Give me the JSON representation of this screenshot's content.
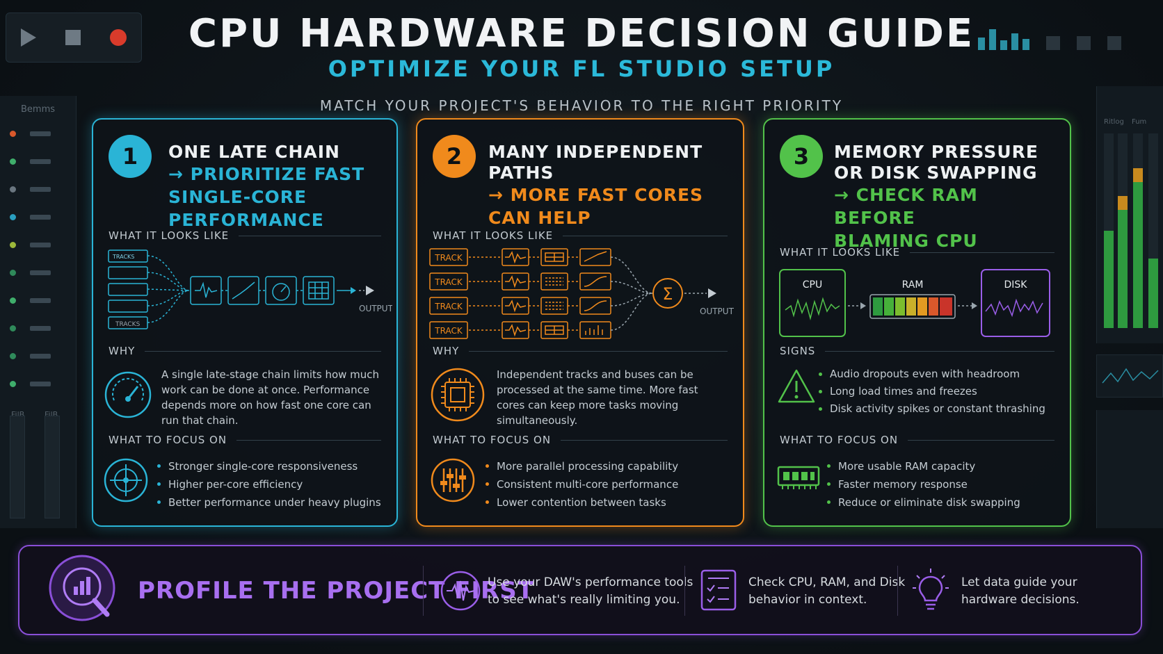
{
  "header": {
    "title": "CPU HARDWARE DECISION GUIDE",
    "subtitle": "OPTIMIZE YOUR FL STUDIO SETUP",
    "tagline": "MATCH YOUR PROJECT'S BEHAVIOR TO THE RIGHT PRIORITY"
  },
  "daw": {
    "rack_title": "Bemms",
    "fader_labels": [
      "FilB",
      "FilB"
    ],
    "meter_labels": [
      "Ritlog",
      "Fum"
    ]
  },
  "colors": {
    "card1": "#2ab4d6",
    "card2": "#f08a1c",
    "card3": "#52c24a",
    "bottom": "#8a4fd8"
  },
  "cards": [
    {
      "number": "1",
      "heading": "ONE LATE CHAIN",
      "accent": [
        "→ PRIORITIZE FAST",
        "SINGLE-CORE PERFORMANCE"
      ],
      "looks_like_label": "WHAT IT LOOKS LIKE",
      "diagram": {
        "top_label": "TRACKS",
        "bottom_label": "TRACKS",
        "output_label": "OUTPUT"
      },
      "why_label": "WHY",
      "why_text": "A single late-stage chain limits how much work can be done at once. Performance depends more on how fast one core can run that chain.",
      "focus_label": "WHAT TO FOCUS ON",
      "focus_items": [
        "Stronger single-core responsiveness",
        "Higher per-core efficiency",
        "Better performance under heavy plugins"
      ],
      "why_icon": "gauge-icon",
      "focus_icon": "crosshair-icon"
    },
    {
      "number": "2",
      "heading": "MANY INDEPENDENT PATHS",
      "accent": [
        "→ MORE FAST CORES",
        "CAN HELP"
      ],
      "looks_like_label": "WHAT IT LOOKS LIKE",
      "diagram": {
        "track_labels": [
          "TRACK",
          "TRACK",
          "TRACK",
          "TRACK"
        ],
        "sum_symbol": "Σ",
        "output_label": "OUTPUT"
      },
      "why_label": "WHY",
      "why_text": "Independent tracks and buses can be processed at the same time. More fast cores can keep more tasks moving simultaneously.",
      "focus_label": "WHAT TO FOCUS ON",
      "focus_items": [
        "More parallel processing capability",
        "Consistent multi-core performance",
        "Lower contention between tasks"
      ],
      "why_icon": "cpu-chip-icon",
      "focus_icon": "mixer-sliders-icon"
    },
    {
      "number": "3",
      "heading": [
        "MEMORY PRESSURE",
        "OR DISK SWAPPING"
      ],
      "accent": [
        "→ CHECK RAM BEFORE",
        "BLAMING CPU"
      ],
      "looks_like_label": "WHAT IT LOOKS LIKE",
      "diagram": {
        "cpu_label": "CPU",
        "ram_label": "RAM",
        "disk_label": "DISK"
      },
      "signs_label": "SIGNS",
      "signs_items": [
        "Audio dropouts even with headroom",
        "Long load times and freezes",
        "Disk activity spikes or constant thrashing"
      ],
      "focus_label": "WHAT TO FOCUS ON",
      "focus_items": [
        "More usable RAM capacity",
        "Faster memory response",
        "Reduce or eliminate disk swapping"
      ],
      "signs_icon": "warning-icon",
      "focus_icon": "ram-module-icon"
    }
  ],
  "bottom": {
    "title": "PROFILE THE PROJECT FIRST",
    "items": [
      {
        "icon": "waveform-icon",
        "lines": [
          "Use your DAW's performance tools",
          "to see what's really limiting you."
        ]
      },
      {
        "icon": "checklist-icon",
        "lines": [
          "Check CPU, RAM, and Disk",
          "behavior in context."
        ]
      },
      {
        "icon": "lightbulb-icon",
        "lines": [
          "Let data guide your",
          "hardware decisions."
        ]
      }
    ],
    "main_icon": "magnifier-chart-icon"
  }
}
